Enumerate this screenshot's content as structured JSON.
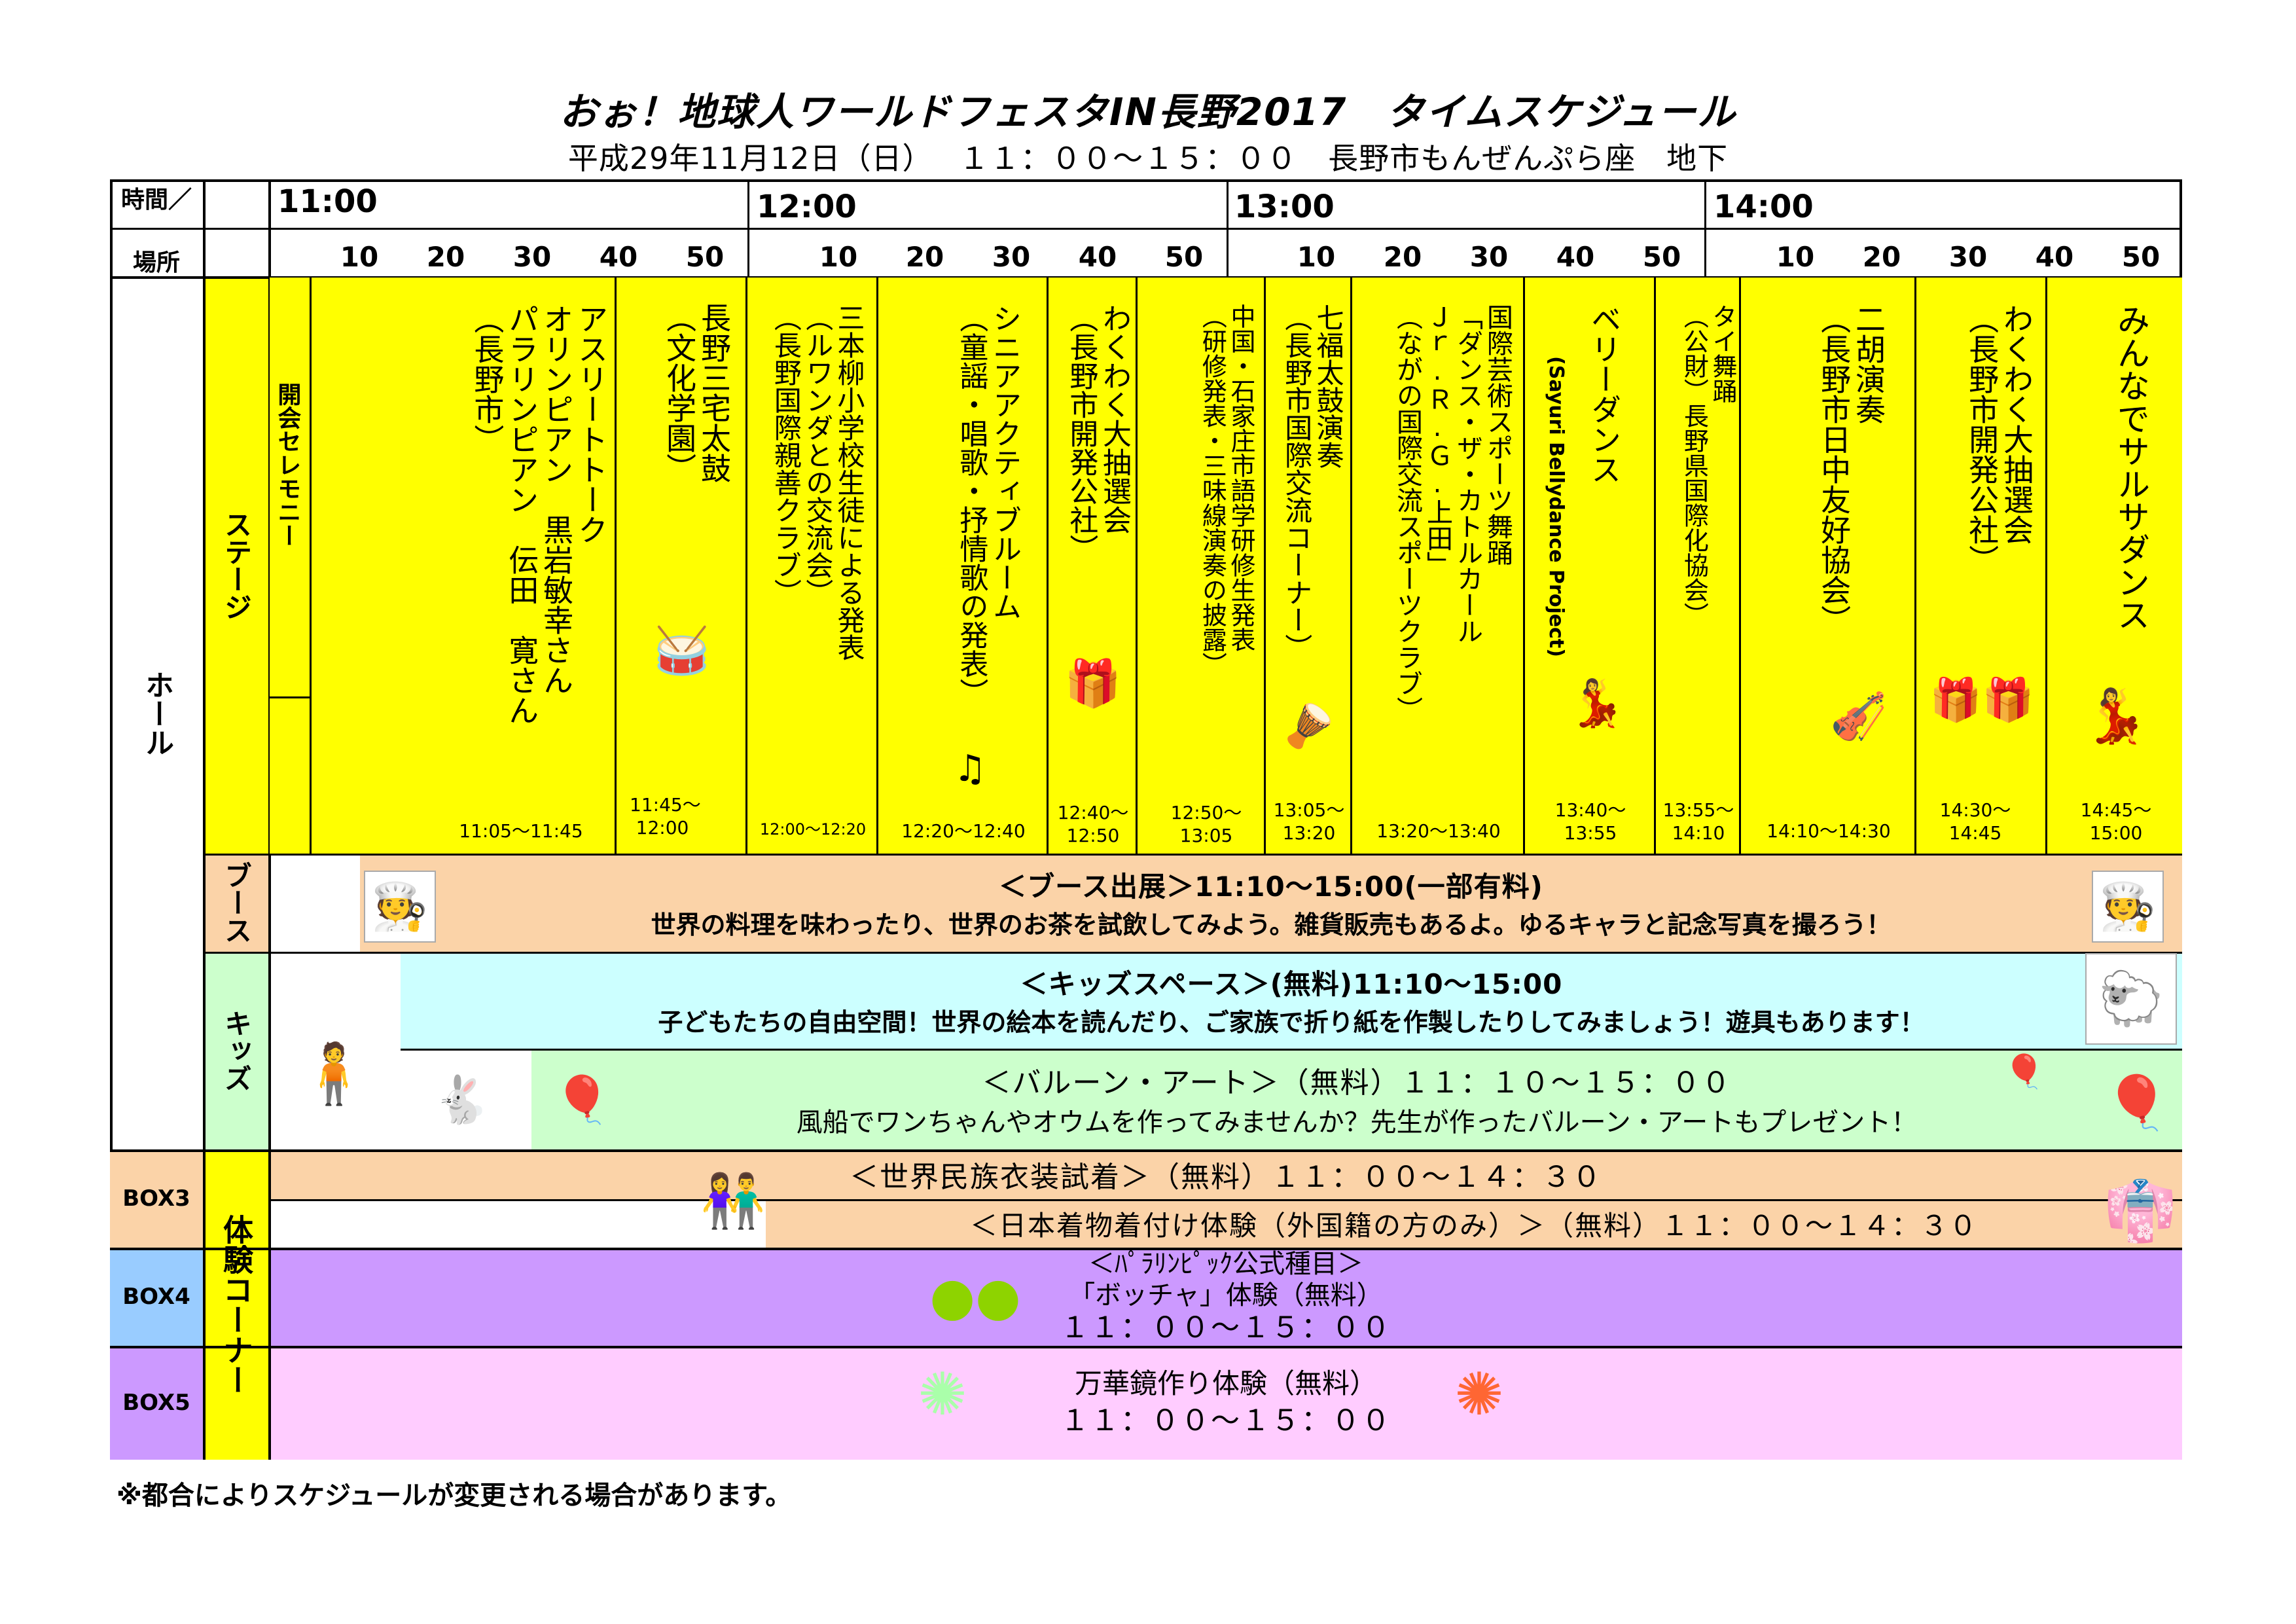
{
  "title": "おぉ！地球人ワールドフェスタIN長野2017　タイムスケジュール",
  "subtitle": "平成29年11月12日（日）　 １１：００～１５：００　長野市もんぜんぷら座　地下",
  "header": {
    "time_label": "時間／",
    "place_label": "場所",
    "hours": [
      "11:00",
      "12:00",
      "13:00",
      "14:00"
    ],
    "minutes": [
      "10",
      "20",
      "30",
      "40",
      "50"
    ]
  },
  "rows": {
    "hall": "ホール",
    "stage": "ステージ",
    "booth": "ブース",
    "kids": "キッズ",
    "experience": "体験コーナー",
    "box3": "BOX3",
    "box4": "BOX4",
    "box5": "BOX5"
  },
  "stage_events": [
    {
      "text": "開会セレモニー",
      "time": ""
    },
    {
      "text": "アスリートトーク\nオリンピアン　黒岩敏幸さん\nパラリンピアン　伝田　寛さん\n（長野市）",
      "time": "11:05～11:45"
    },
    {
      "text": "長野三宅太鼓\n（文化学園）",
      "time": "11:45～\n12:00"
    },
    {
      "text": "三本柳小学校生徒による発表\n（ルワンダとの交流会）\n（長野国際親善クラブ）",
      "time": "12:00～12:20"
    },
    {
      "text": "シニアアクティブルーム\n（童謡・唱歌・抒情歌の発表）",
      "time": "12:20～12:40"
    },
    {
      "text": "わくわく大抽選会\n（長野市開発公社）",
      "time": "12:40～\n12:50"
    },
    {
      "text": "中国・石家庄市語学研修生発表\n（研修発表・三味線演奏の披露）",
      "time": "12:50～\n13:05"
    },
    {
      "text": "七福太鼓演奏\n（長野市国際交流コーナー）",
      "time": "13:05～\n13:20"
    },
    {
      "text": "国際芸術スポーツ舞踊\n「ダンス・ザ・カトルカール\nＪｒ.Ｒ.Ｇ.上田」\n（ながの国際交流スポーツクラブ）",
      "time": "13:20～13:40"
    },
    {
      "text": "ベリーダンス",
      "sub": "(Sayuri Bellydance Project)",
      "time": "13:40～\n13:55"
    },
    {
      "text": "タイ舞踊\n（公財）長野県国際化協会）",
      "time": "13:55～\n14:10"
    },
    {
      "text": "二胡演奏\n（長野市日中友好協会）",
      "time": "14:10～14:30"
    },
    {
      "text": "わくわく大抽選会\n（長野市開発公社）",
      "time": "14:30～\n14:45"
    },
    {
      "text": "みんなでサルサダンス",
      "time": "14:45～\n15:00"
    }
  ],
  "booth": {
    "line1": "＜ブース出展＞11:10～15:00(一部有料)",
    "line2": "世界の料理を味わったり、世界のお茶を試飲してみよう。雑貨販売もあるよ。ゆるキャラと記念写真を撮ろう！"
  },
  "kids": {
    "line1": "＜キッズスペース＞(無料)11:10～15:00",
    "line2": "子どもたちの自由空間！世界の絵本を読んだり、ご家族で折り紙を作製したりしてみましょう！遊具もあります！"
  },
  "balloon": {
    "line1": "＜バルーン・アート＞（無料）１１：１０～１５：００",
    "line2": "風船でワンちゃんやオウムを作ってみませんか？先生が作ったバルーン・アートもプレゼント！"
  },
  "costume": "＜世界民族衣装試着＞（無料）１１：００～１４：３０",
  "kimono": "＜日本着物着付け体験（外国籍の方のみ）＞（無料）１１：００～１４：３０",
  "boccia": {
    "line1": "＜ﾊﾟﾗﾘﾝﾋﾟｯｸ公式種目＞",
    "line2": "「ボッチャ」体験（無料）",
    "line3": "１１：００～１５：００"
  },
  "kaleido": {
    "line1": "万華鏡作り体験（無料）",
    "line2": "１１：００～１５：００"
  },
  "note": "※都合によりスケジュールが変更される場合があります。",
  "colors": {
    "stage": "#ffff00",
    "booth": "#fbd3a8",
    "kids_row": "#ccffcc",
    "kids_space": "#ccffff",
    "balloon": "#ccffcc",
    "experience": "#fbd3a8",
    "box3": "#fbd3a8",
    "box4_band": "#cc99ff",
    "box4_label": "#99ccff",
    "box5_label": "#cc99ff",
    "box5_band": "#ffccff"
  }
}
